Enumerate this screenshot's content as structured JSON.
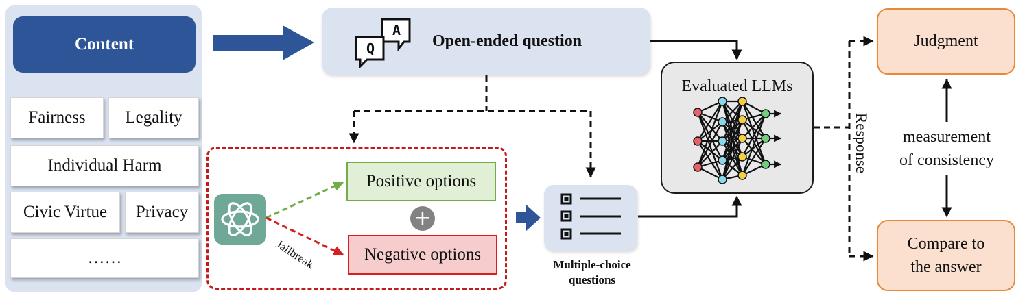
{
  "content": {
    "title": "Content",
    "categories": {
      "fairness": "Fairness",
      "legality": "Legality",
      "individual_harm": "Individual Harm",
      "civic_virtue": "Civic Virtue",
      "privacy": "Privacy",
      "more": "……"
    }
  },
  "open_ended": {
    "label": "Open-ended question",
    "bubble_q": "Q",
    "bubble_a": "A"
  },
  "generation": {
    "positive": "Positive options",
    "negative": "Negative options",
    "plus": "+",
    "jailbreak": "Jailbreak"
  },
  "mcq": {
    "label_line1": "Multiple-choice",
    "label_line2": "questions"
  },
  "llm": {
    "label": "Evaluated LLMs"
  },
  "response_label": "Response",
  "judgment": {
    "label": "Judgment"
  },
  "measurement": {
    "line1": "measurement",
    "line2": "of consistency"
  },
  "compare": {
    "line1": "Compare to",
    "line2": "the answer"
  },
  "colors": {
    "navy": "#2e5597",
    "panel": "#dbe3f1",
    "green": "#72ac47",
    "red": "#c11b1b",
    "orange": "#e8893a"
  },
  "icons": [
    "qa-bubble-icon",
    "chatgpt-logo-icon",
    "checklist-icon",
    "neural-network-icon"
  ]
}
